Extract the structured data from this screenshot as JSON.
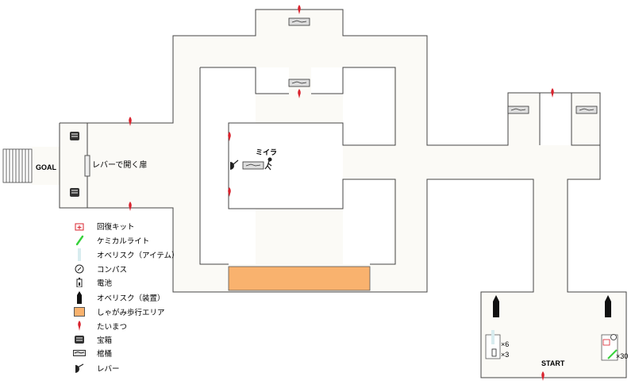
{
  "map": {
    "labels": {
      "goal": "GOAL",
      "start": "START",
      "lever_door": "レバーで開く扉",
      "mummy": "ミイラ",
      "start_obelisk_count": "×6",
      "start_battery_count": "×3",
      "start_chemical_count": "×30"
    },
    "colors": {
      "floor": "#fbfaf6",
      "wall": "#444444",
      "crawl_area": "#f9b26e",
      "torch": "#d9232e",
      "chest": "#333333"
    }
  },
  "legend": [
    {
      "icon": "first-aid-kit-icon",
      "label": "回復キット"
    },
    {
      "icon": "chemical-light-icon",
      "label": "ケミカルライト"
    },
    {
      "icon": "obelisk-item-icon",
      "label": "オベリスク（アイテム）"
    },
    {
      "icon": "compass-icon",
      "label": "コンパス"
    },
    {
      "icon": "battery-icon",
      "label": "電池"
    },
    {
      "icon": "obelisk-installed-icon",
      "label": "オベリスク（装置）"
    },
    {
      "icon": "crawl-area-icon",
      "label": "しゃがみ歩行エリア"
    },
    {
      "icon": "torch-icon",
      "label": "たいまつ"
    },
    {
      "icon": "treasure-chest-icon",
      "label": "宝箱"
    },
    {
      "icon": "coffin-icon",
      "label": "棺桶"
    },
    {
      "icon": "lever-icon",
      "label": "レバー"
    }
  ]
}
